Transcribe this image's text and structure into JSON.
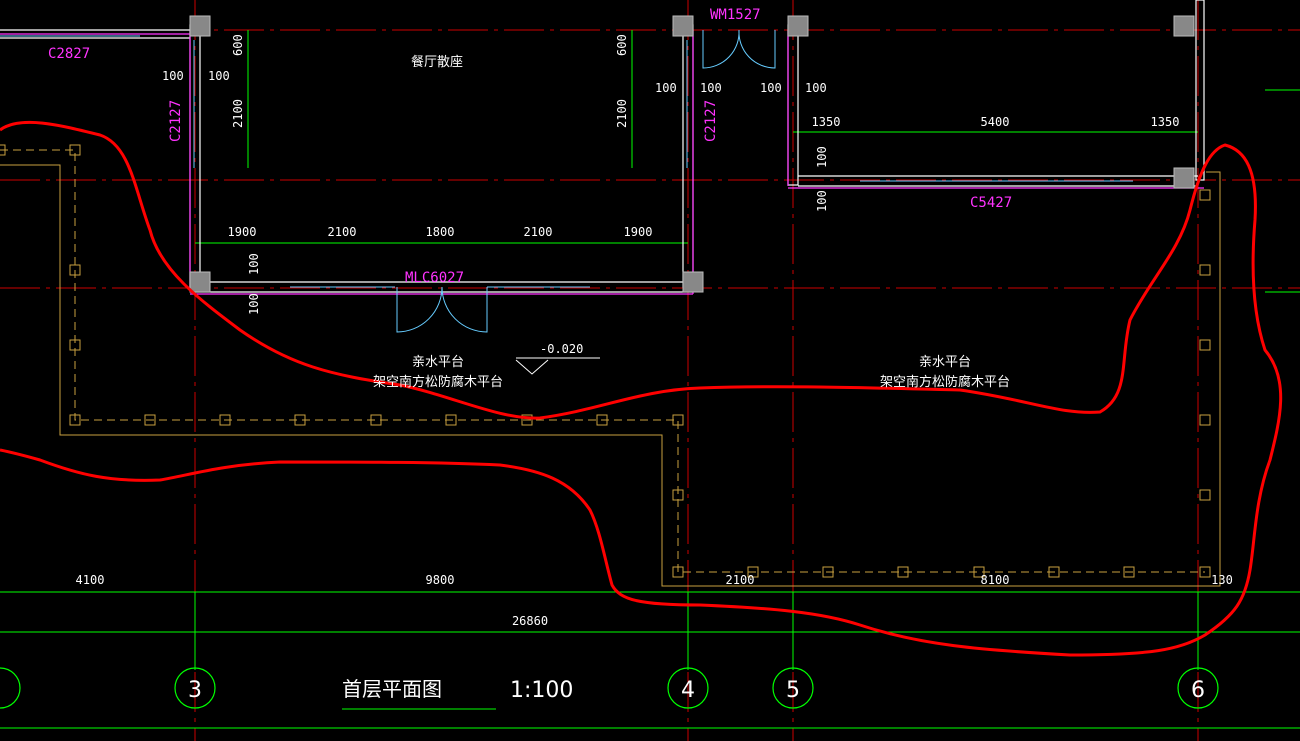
{
  "drawing": {
    "title": "首层平面图",
    "scale": "1:100"
  },
  "rooms": {
    "dining": "餐厅散座",
    "platform_left_line1": "亲水平台",
    "platform_left_line2": "架空南方松防腐木平台",
    "platform_right_line1": "亲水平台",
    "platform_right_line2": "架空南方松防腐木平台"
  },
  "openings": {
    "c2827": "C2827",
    "wm1527": "WM1527",
    "c2127_left": "C2127",
    "c2127_right": "C2127",
    "mlc6027": "MLC6027",
    "c5427": "C5427"
  },
  "elevation": "-0.020",
  "dimensions": {
    "left_wall_top": "600",
    "left_wall_mid": "2100",
    "left_100a": "100",
    "left_100b": "100",
    "mid_wall_top": "600",
    "mid_wall_mid": "2100",
    "mid_100a": "100",
    "mid_100b": "100",
    "wm_100a": "100",
    "wm_100b": "100",
    "bottom_seg": [
      "1900",
      "2100",
      "1800",
      "2100",
      "1900"
    ],
    "bottom_100a": "100",
    "bottom_100b": "100",
    "right_room": [
      "1350",
      "5400",
      "1350"
    ],
    "right_100a": "100",
    "right_100b": "100",
    "lower_row": [
      "4100",
      "9800",
      "2100",
      "8100",
      "130"
    ],
    "total": "26860"
  },
  "axes": [
    "3",
    "4",
    "5",
    "6"
  ],
  "colors": {
    "background": "#000000",
    "wall": "#ffffff",
    "window": "#66ccff",
    "text_magenta": "#ff33ff",
    "dimension_green": "#00ff00",
    "axis_red": "#ff0000",
    "markup_red": "#ff0000",
    "platform_outline": "#c8a040",
    "column_gray": "#888888"
  }
}
